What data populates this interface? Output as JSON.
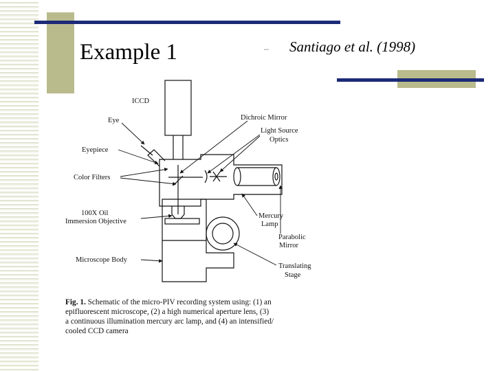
{
  "slide": {
    "title": "Example 1",
    "citation": "Santiago et al. (1998)",
    "bullet": "–"
  },
  "figure": {
    "labels": {
      "iccd": "ICCD",
      "eye": "Eye",
      "dichroic_mirror": "Dichroic Mirror",
      "light_source": "Light Source",
      "optics": "Optics",
      "eyepiece": "Eyepiece",
      "color_filters": "Color Filters",
      "objective_line1": "100X Oil",
      "objective_line2": "Immersion Objective",
      "mercury_line1": "Mercury",
      "mercury_line2": "Lamp",
      "parabolic_line1": "Parabolic",
      "parabolic_line2": "Mirror",
      "microscope_body": "Microscope Body",
      "translating_line1": "Translating",
      "translating_line2": "Stage"
    },
    "caption": {
      "lead": "Fig. 1.",
      "line1": " Schematic of the micro-PIV recording system using: (1) an",
      "line2": "epifluorescent microscope, (2) a high numerical aperture lens, (3)",
      "line3": "a continuous illumination mercury arc lamp, and (4) an intensified/",
      "line4": "cooled CCD camera"
    }
  },
  "colors": {
    "navy": "#1c2a78",
    "olive": "#b9bb8c"
  }
}
